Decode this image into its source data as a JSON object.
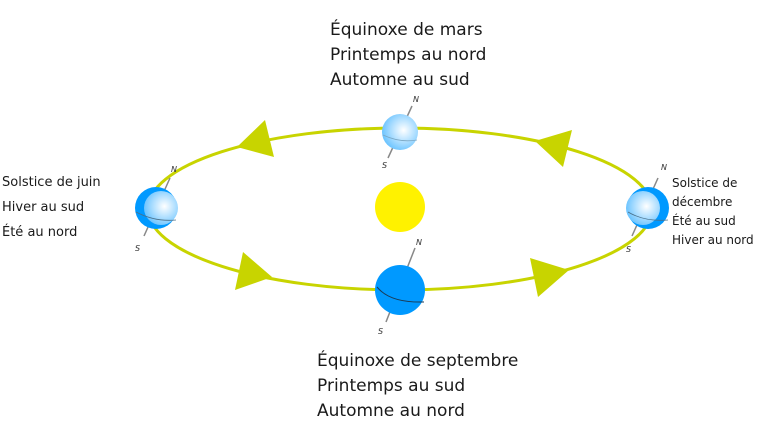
{
  "colors": {
    "orbit": "#c8d400",
    "sun": "#fff200",
    "earth_dark": "#0099ff",
    "earth_light": "#c4e8ff",
    "axis": "#888888"
  },
  "labels": {
    "march": [
      "Équinoxe de mars",
      "Printemps au nord",
      "Automne au sud"
    ],
    "june": [
      "Solstice de juin",
      "Hiver au sud",
      "Été au nord"
    ],
    "december": [
      "Solstice de décembre",
      "Été au sud",
      "Hiver au nord"
    ],
    "september": [
      "Équinoxe de septembre",
      "Printemps au sud",
      "Automne au nord"
    ]
  },
  "poles": {
    "north": "N",
    "south": "S"
  }
}
